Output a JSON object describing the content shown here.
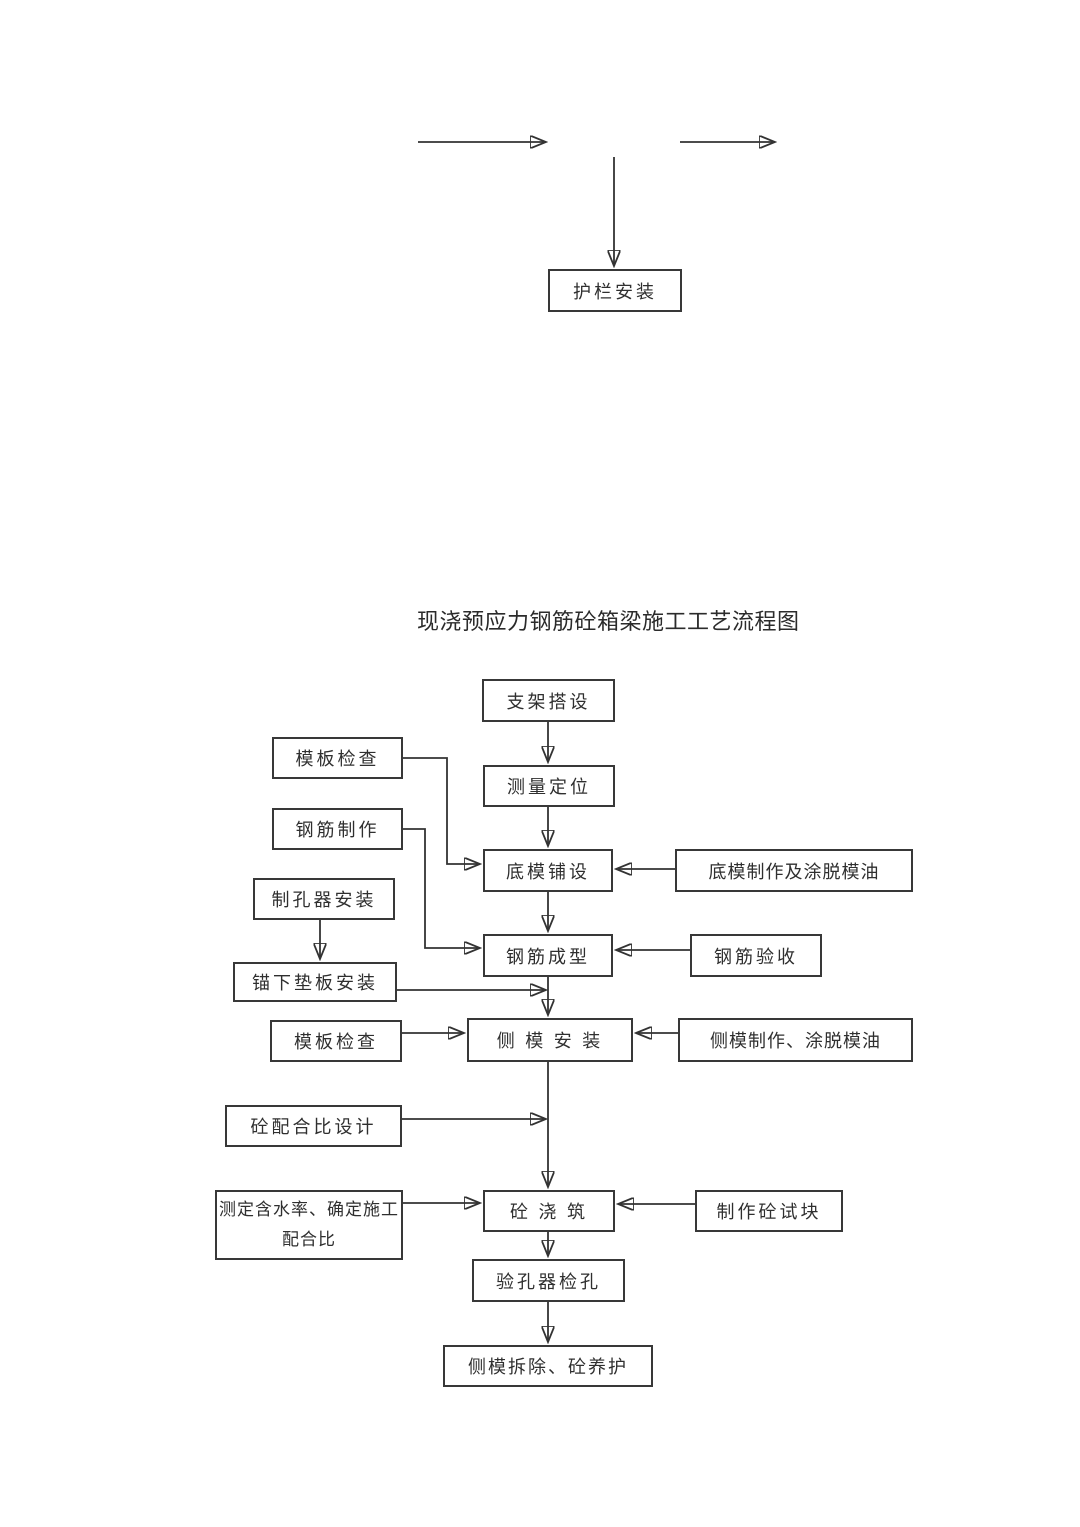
{
  "upper_fragment": {
    "guardrail_label": "护栏安装"
  },
  "flowchart": {
    "title": "现浇预应力钢筋砼箱梁施工工艺流程图",
    "boxes": {
      "scaffold_erection": "支架搭设",
      "survey_positioning": "测量定位",
      "formwork_check_top": "模板检查",
      "rebar_fabrication": "钢筋制作",
      "bottom_form_laying": "底模铺设",
      "bottom_form_making_oiling": "底模制作及涂脱模油",
      "hole_former_install": "制孔器安装",
      "rebar_forming": "钢筋成型",
      "rebar_acceptance": "钢筋验收",
      "anchor_plate_install": "锚下垫板安装",
      "formwork_check_mid": "模板检查",
      "side_form_install": "侧 模 安 装",
      "side_form_making_oiling": "侧模制作、涂脱模油",
      "mix_ratio_design": "砼配合比设计",
      "moisture_test_line1": "测定含水率、确定施工",
      "moisture_test_line2": "配合比",
      "concrete_pouring": "砼 浇 筑",
      "concrete_test_block": "制作砼试块",
      "hole_inspection": "验孔器检孔",
      "form_removal_curing": "侧模拆除、砼养护"
    }
  },
  "colors": {
    "line": "#333333",
    "border": "#383838",
    "text": "#2f2f2f",
    "background": "#ffffff"
  }
}
